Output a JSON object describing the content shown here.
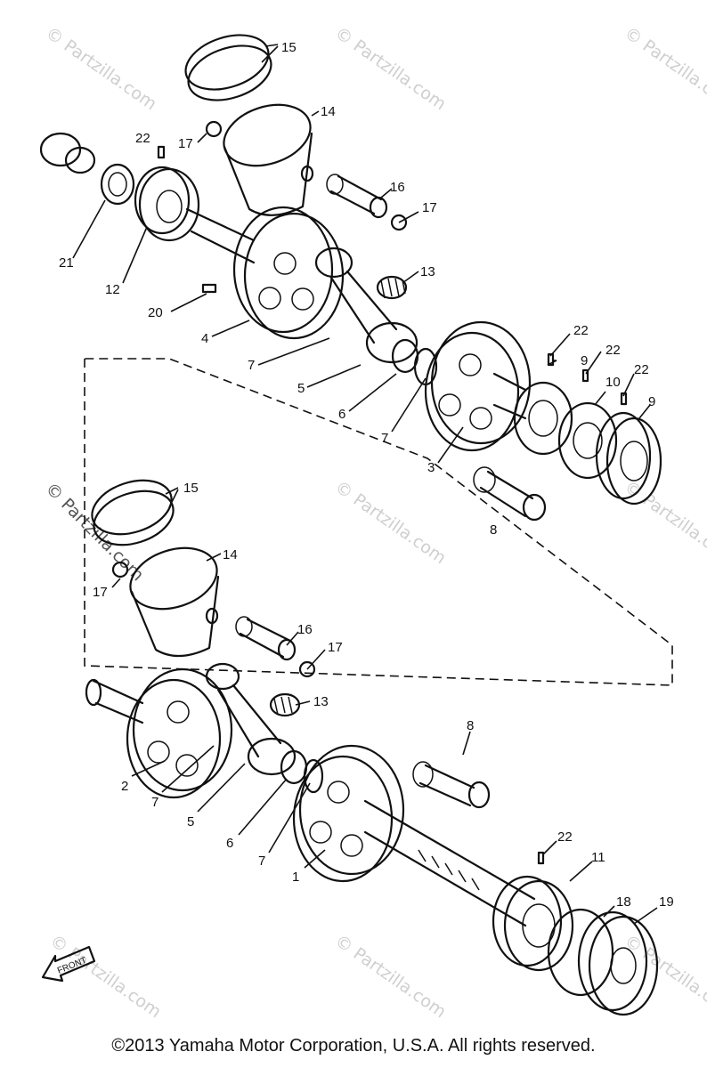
{
  "watermark": "© Partzilla.com",
  "front_marker": "FRONT",
  "copyright": "©2013 Yamaha Motor Corporation, U.S.A. All rights reserved.",
  "callouts": {
    "c15a": "15",
    "c14a": "14",
    "c17a": "17",
    "c22a": "22",
    "c16a": "16",
    "c17b": "17",
    "c21": "21",
    "c12": "12",
    "c13a": "13",
    "c20": "20",
    "c4": "4",
    "c7a": "7",
    "c5a": "5",
    "c6a": "6",
    "c7b": "7",
    "c3": "3",
    "c22b": "22",
    "c22c": "22",
    "c22d": "22",
    "c9a": "9",
    "c10": "10",
    "c9b": "9",
    "c8a": "8",
    "c15b": "15",
    "c14b": "14",
    "c17c": "17",
    "c16b": "16",
    "c17d": "17",
    "c13b": "13",
    "c2": "2",
    "c7c": "7",
    "c5b": "5",
    "c6b": "6",
    "c7d": "7",
    "c1": "1",
    "c8b": "8",
    "c22e": "22",
    "c11": "11",
    "c18": "18",
    "c19": "19"
  }
}
